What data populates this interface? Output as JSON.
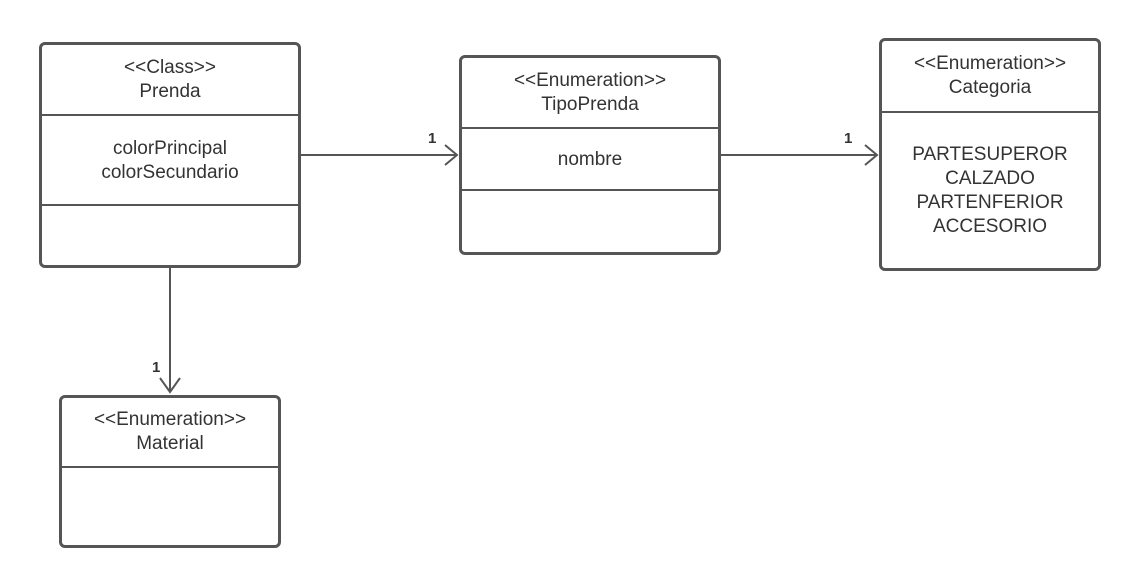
{
  "classes": {
    "prenda": {
      "stereotype": "<<Class>>",
      "name": "Prenda",
      "attributes": [
        "colorPrincipal",
        "colorSecundario"
      ]
    },
    "tipo_prenda": {
      "stereotype": "<<Enumeration>>",
      "name": "TipoPrenda",
      "attributes": [
        "nombre"
      ]
    },
    "categoria": {
      "stereotype": "<<Enumeration>>",
      "name": "Categoria",
      "literals": [
        "PARTESUPEROR",
        "CALZADO",
        "PARTENFERIOR",
        "ACCESORIO"
      ]
    },
    "material": {
      "stereotype": "<<Enumeration>>",
      "name": "Material",
      "attributes": []
    }
  },
  "associations": [
    {
      "from": "Prenda",
      "to": "TipoPrenda",
      "multiplicity": "1"
    },
    {
      "from": "TipoPrenda",
      "to": "Categoria",
      "multiplicity": "1"
    },
    {
      "from": "Prenda",
      "to": "Material",
      "multiplicity": "1"
    }
  ],
  "colors": {
    "stroke": "#555555",
    "text": "#333333",
    "background": "#ffffff"
  }
}
